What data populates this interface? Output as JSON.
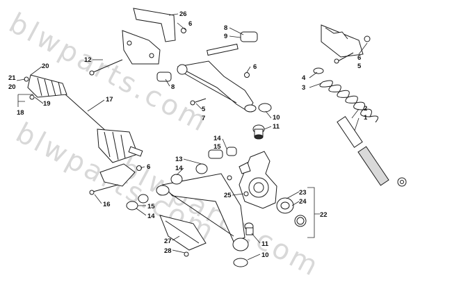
{
  "watermark": "blwparts.com",
  "callouts": {
    "c26": "26",
    "c6a": "6",
    "c8a": "8",
    "c9": "9",
    "c12": "12",
    "c6b": "6",
    "c8b": "8",
    "c5a": "5",
    "c7": "7",
    "c10a": "10",
    "c11a": "11",
    "c20a": "20",
    "c21": "21",
    "c20b": "20",
    "c19": "19",
    "c18": "18",
    "c17": "17",
    "c6c": "6",
    "c5b": "5",
    "c4": "4",
    "c3": "3",
    "c2": "2",
    "c1": "1",
    "c14a": "14",
    "c15a": "15",
    "c13": "13",
    "c14b": "14",
    "c6d": "6",
    "c16": "16",
    "c15b": "15",
    "c14c": "14",
    "c25": "25",
    "c23": "23",
    "c24": "24",
    "c22": "22",
    "c27": "27",
    "c28": "28",
    "c11b": "11",
    "c10b": "10"
  }
}
